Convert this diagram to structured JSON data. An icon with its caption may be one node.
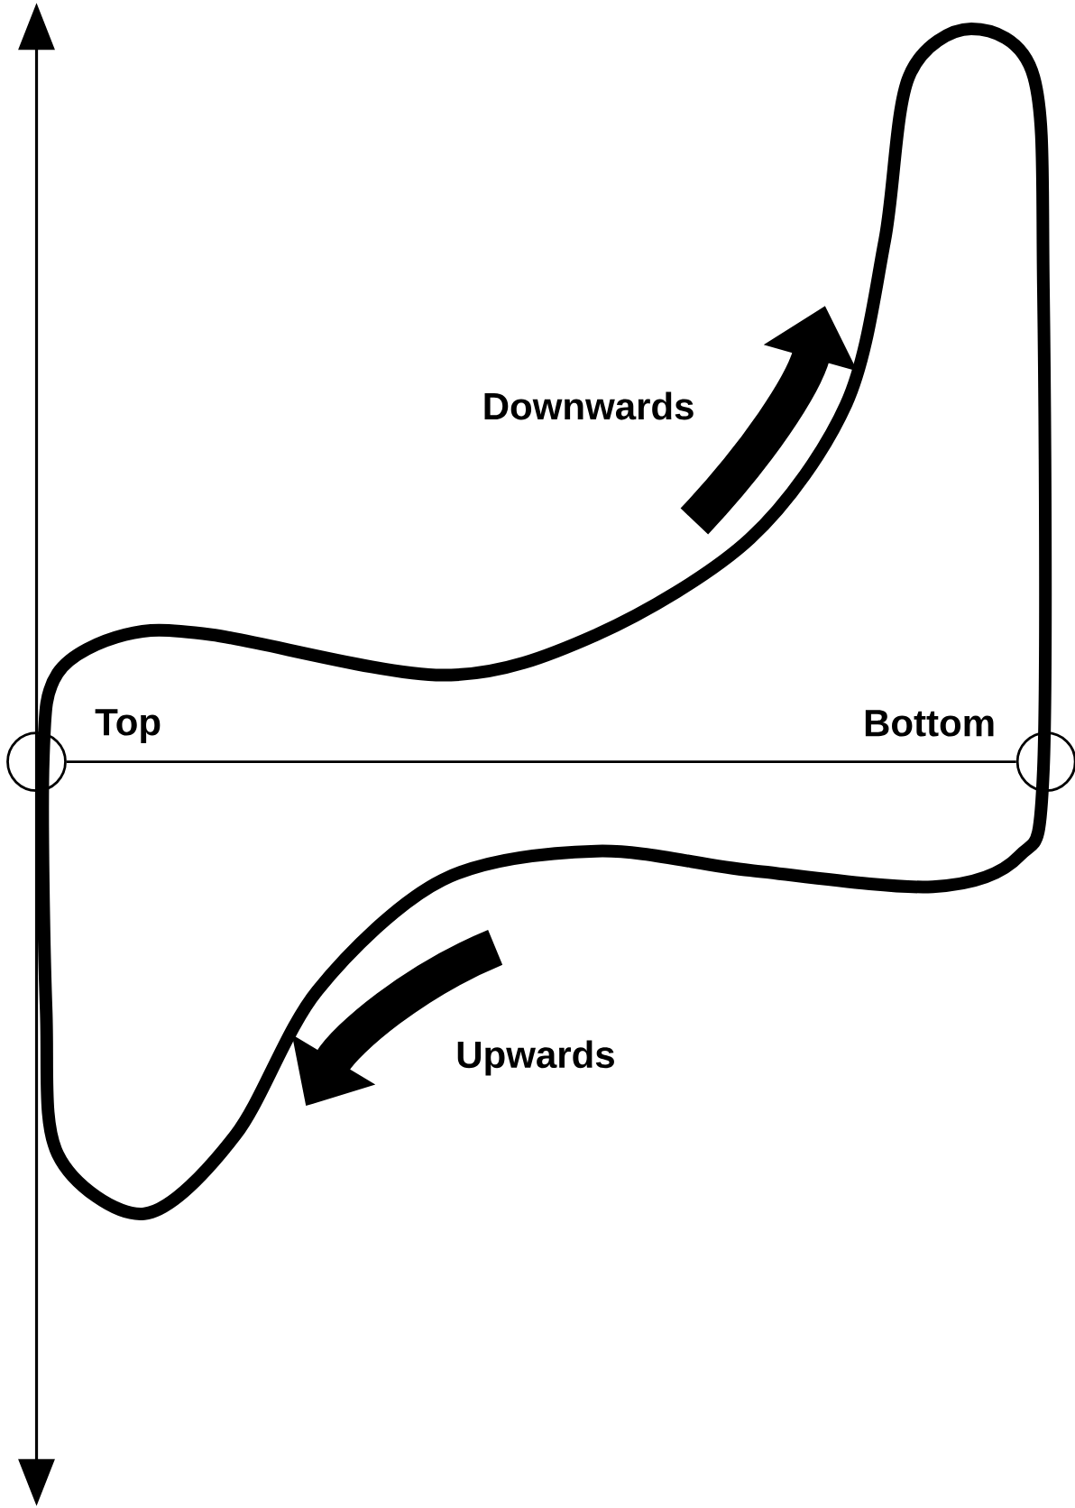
{
  "diagram": {
    "nodes": [
      {
        "text": [],
        "shape": "circle",
        "beside": [
          "Top"
        ]
      },
      {
        "text": [],
        "shape": "circle",
        "beside": [
          "Bottom"
        ]
      }
    ],
    "edges": [
      {
        "from": 0,
        "to": 1,
        "arrow": "none"
      }
    ],
    "labels": [
      "Downwards",
      "Upwards"
    ]
  }
}
